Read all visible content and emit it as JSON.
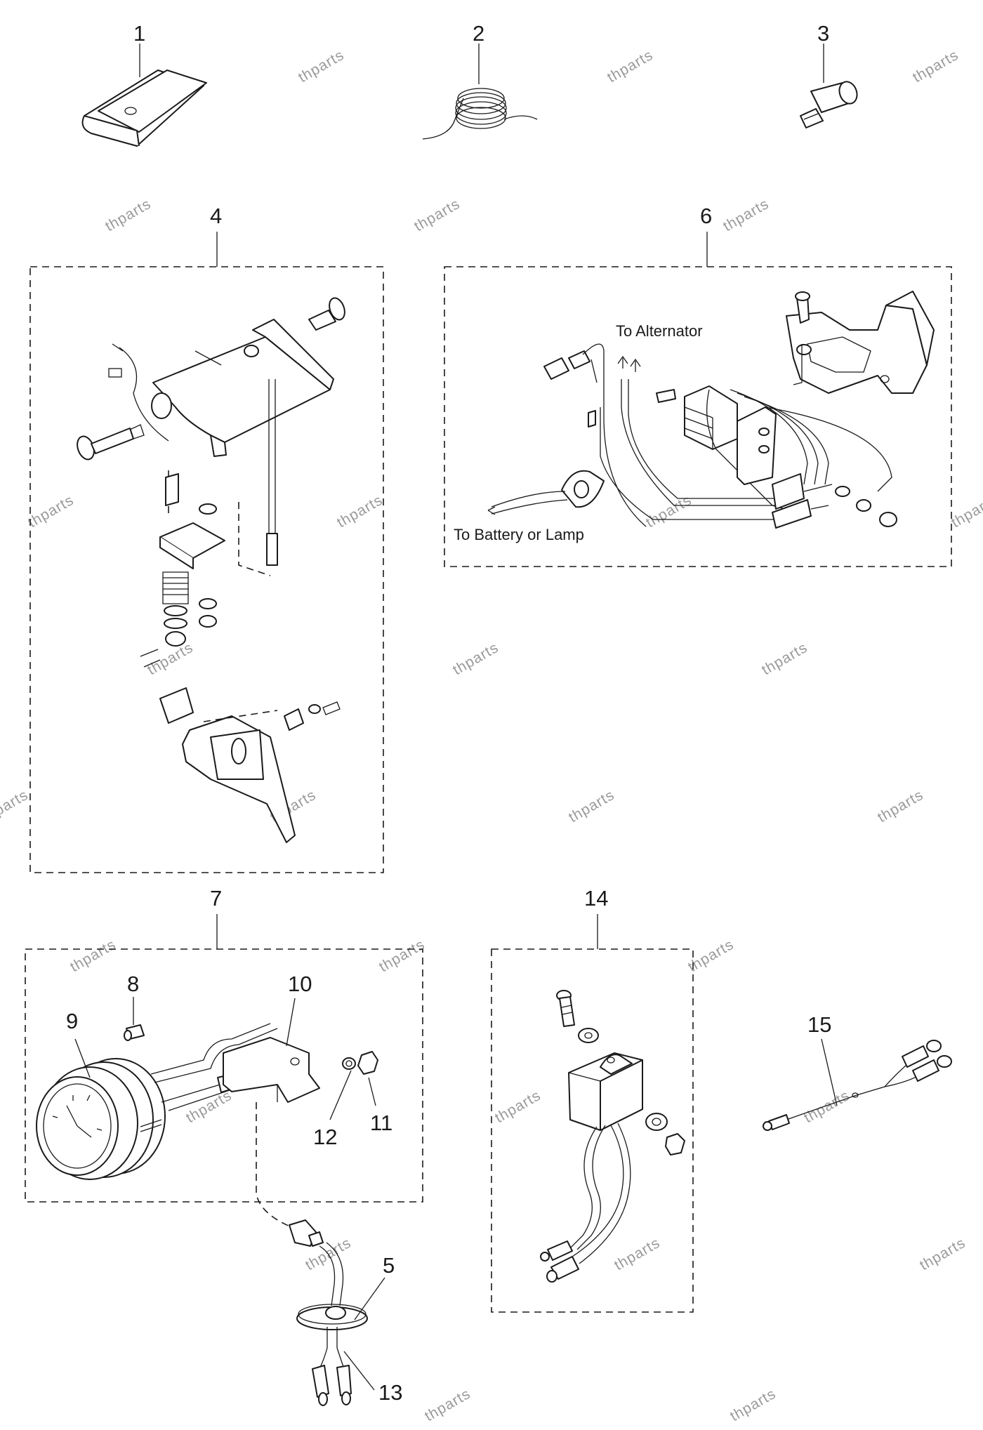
{
  "callouts": [
    "1",
    "2",
    "3",
    "4",
    "5",
    "6",
    "7",
    "8",
    "9",
    "10",
    "11",
    "12",
    "13",
    "14",
    "15"
  ],
  "notes": {
    "to_alternator": "To Alternator",
    "to_battery": "To Battery or Lamp"
  },
  "watermark": "thparts"
}
